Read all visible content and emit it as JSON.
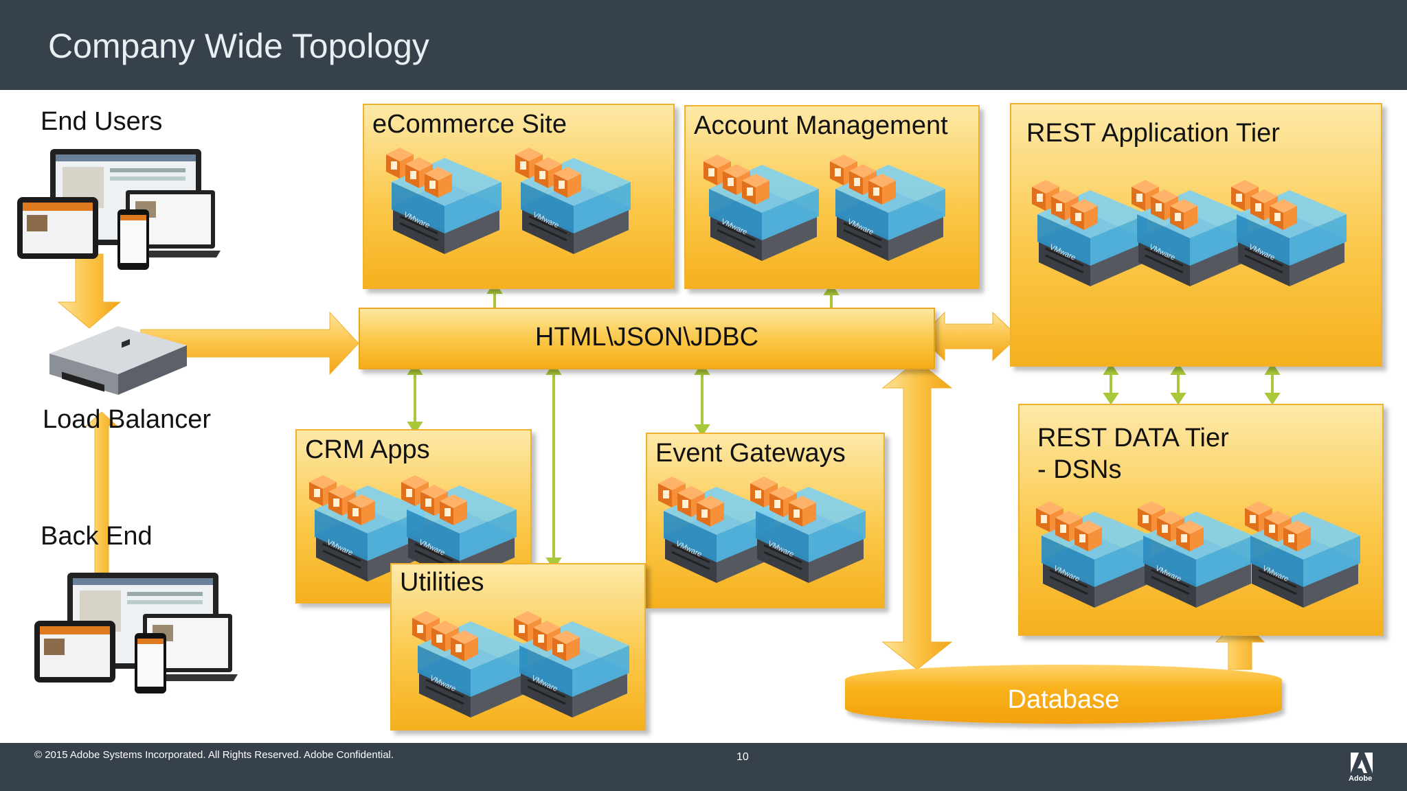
{
  "header": {
    "title": "Company Wide Topology"
  },
  "labels": {
    "end_users": "End Users",
    "load_balancer": "Load Balancer",
    "back_end": "Back End"
  },
  "boxes": {
    "ecommerce": "eCommerce Site",
    "account": "Account Management",
    "rest_app": "REST Application Tier",
    "crm": "CRM Apps",
    "utilities": "Utilities",
    "events": "Event Gateways",
    "rest_data_line1": "REST DATA Tier",
    "rest_data_line2": "- DSNs"
  },
  "bus": {
    "label": "HTML\\JSON\\JDBC"
  },
  "database": {
    "label": "Database"
  },
  "footer": {
    "copyright": "© 2015 Adobe Systems Incorporated.  All Rights Reserved.  Adobe Confidential.",
    "page": "10",
    "logo_text": "Adobe"
  },
  "colors": {
    "header_bg": "#36414c",
    "box_orange": "#fbc84a",
    "connector_green": "#a8c83a",
    "vm_blue": "#3d9fcf",
    "vm_orange": "#f08a24"
  },
  "icons": [
    "server-vmware-icon",
    "devices-icon",
    "load-balancer-icon",
    "adobe-logo-icon"
  ]
}
